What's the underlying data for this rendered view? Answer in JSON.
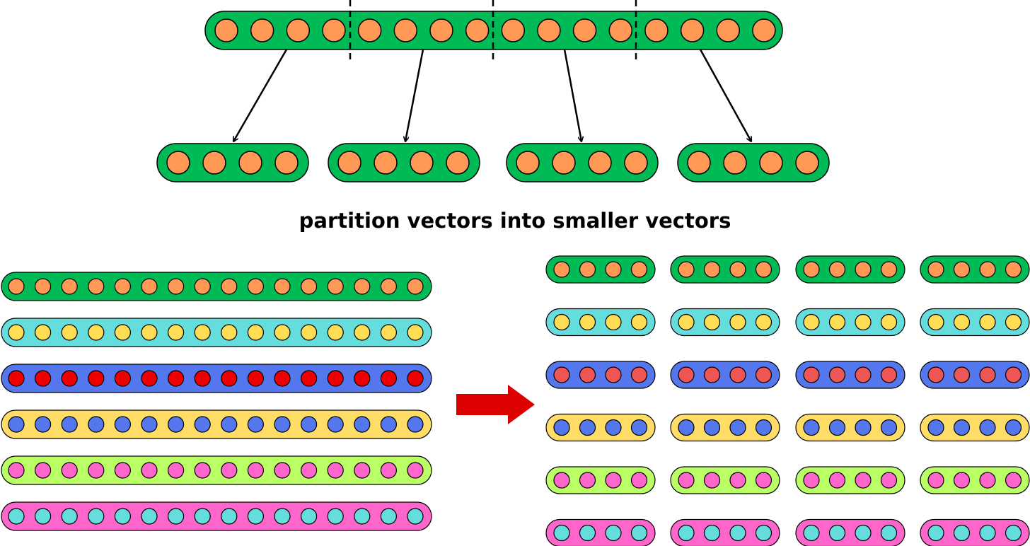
{
  "caption": "partition vectors into smaller vectors",
  "colors": {
    "background": "#ffffff",
    "outline": "#000000",
    "arrow_red": "#dd0000",
    "divider": "#000000"
  },
  "example": {
    "capsule_color": "#00bb55",
    "element_color": "#ff9955",
    "element_count": 16,
    "sub_vector_count": 4,
    "sub_vector_size": 4
  },
  "vector_rows": [
    {
      "name": "green-orange",
      "capsule_color": "#00bb55",
      "element_color": "#ff9955"
    },
    {
      "name": "cyan-yellow",
      "capsule_color": "#66dddd",
      "element_color": "#ffdd55"
    },
    {
      "name": "blue-red",
      "capsule_color": "#5577ee",
      "element_color": "#ee0000"
    },
    {
      "name": "yellow-blue",
      "capsule_color": "#ffdd66",
      "element_color": "#5577ee"
    },
    {
      "name": "lime-pink",
      "capsule_color": "#bbff66",
      "element_color": "#ff66cc"
    },
    {
      "name": "pink-cyan",
      "capsule_color": "#ff66cc",
      "element_color": "#66dddd"
    }
  ],
  "partitioned_rows": [
    {
      "name": "green-orange",
      "capsule_color": "#00bb55",
      "element_color": "#ff9955"
    },
    {
      "name": "cyan-yellow",
      "capsule_color": "#66dddd",
      "element_color": "#ffdd55"
    },
    {
      "name": "blue-red",
      "capsule_color": "#5577ee",
      "element_color": "#ee5555"
    },
    {
      "name": "yellow-blue",
      "capsule_color": "#ffdd66",
      "element_color": "#5577ee"
    },
    {
      "name": "lime-pink",
      "capsule_color": "#bbff66",
      "element_color": "#ff66cc"
    },
    {
      "name": "pink-cyan",
      "capsule_color": "#ff66cc",
      "element_color": "#66dddd"
    }
  ],
  "icons": {
    "split_arrows": "arrow-down-icon",
    "transform_arrow": "arrow-right-icon"
  }
}
